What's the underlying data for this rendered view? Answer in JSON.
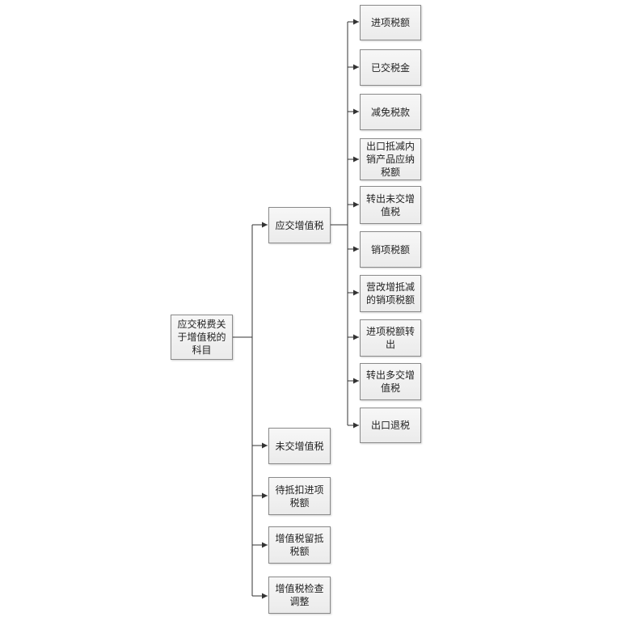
{
  "root": {
    "label": "应交税费关于增值税的科目"
  },
  "level2": [
    {
      "id": "yingjiao",
      "label": "应交增值税"
    },
    {
      "id": "weijiao",
      "label": "未交增值税"
    },
    {
      "id": "daidikou",
      "label": "待抵扣进项税额"
    },
    {
      "id": "liudi",
      "label": "增值税留抵税额"
    },
    {
      "id": "jiancha",
      "label": "增值税检查调整"
    }
  ],
  "level3": [
    {
      "label": "进项税额"
    },
    {
      "label": "已交税金"
    },
    {
      "label": "减免税款"
    },
    {
      "label": "出口抵减内销产品应纳税额"
    },
    {
      "label": "转出未交增值税"
    },
    {
      "label": "销项税额"
    },
    {
      "label": "营改增抵减的销项税额"
    },
    {
      "label": "进项税额转出"
    },
    {
      "label": "转出多交增值税"
    },
    {
      "label": "出口退税"
    }
  ],
  "colors": {
    "line": "#333333",
    "box_border": "#8a8a8a",
    "box_fill": "#eeeeee"
  }
}
